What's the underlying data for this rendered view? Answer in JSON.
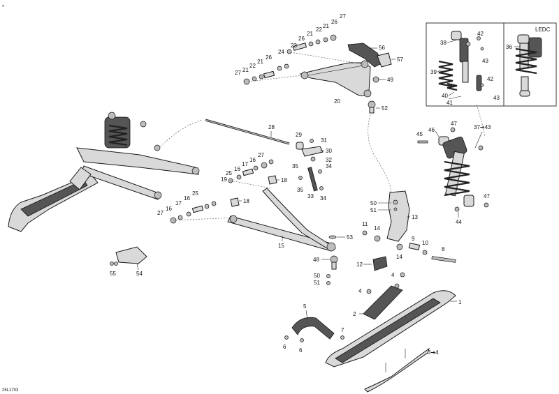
{
  "drawing_code": "25L1703",
  "mark_top_left": "»",
  "ledc_box_title": "LEDC",
  "callouts": {
    "c1": "1",
    "c2": "2",
    "c3_4": "3➔4",
    "c4a": "4",
    "c4b": "4",
    "c5": "5",
    "c6a": "6",
    "c6b": "6",
    "c7": "7",
    "c8": "8",
    "c9": "9",
    "c10": "10",
    "c11": "11",
    "c12": "12",
    "c13": "13",
    "c14a": "14",
    "c14b": "14",
    "c15": "15",
    "c16a": "16",
    "c16b": "16",
    "c16c": "16",
    "c17a": "17",
    "c17b": "17",
    "c18a": "18",
    "c18b": "18",
    "c19": "19",
    "c20": "20",
    "c21a": "21",
    "c21b": "21",
    "c21c": "21",
    "c22a": "22",
    "c22b": "22",
    "c23": "23",
    "c24": "24",
    "c25a": "25",
    "c25b": "25",
    "c26a": "26",
    "c26b": "26",
    "c26c": "26",
    "c27a": "27",
    "c27b": "27",
    "c27c": "27",
    "c27d": "27",
    "c28": "28",
    "c29": "29",
    "c30": "30",
    "c31": "31",
    "c32": "32",
    "c33": "33",
    "c34a": "34",
    "c34b": "34",
    "c35a": "35",
    "c35b": "35",
    "c36": "36",
    "c37_43": "37➔43",
    "c38": "38",
    "c39": "39",
    "c40": "40",
    "c41": "41",
    "c42a": "42",
    "c42b": "42",
    "c43a": "43",
    "c43b": "43",
    "c44": "44",
    "c45": "45",
    "c46": "46",
    "c47a": "47",
    "c47b": "47",
    "c48": "48",
    "c49": "49",
    "c50a": "50",
    "c50b": "50",
    "c51a": "51",
    "c51b": "51",
    "c52": "52",
    "c53": "53",
    "c54": "54",
    "c55": "55",
    "c56": "56",
    "c57": "57"
  }
}
